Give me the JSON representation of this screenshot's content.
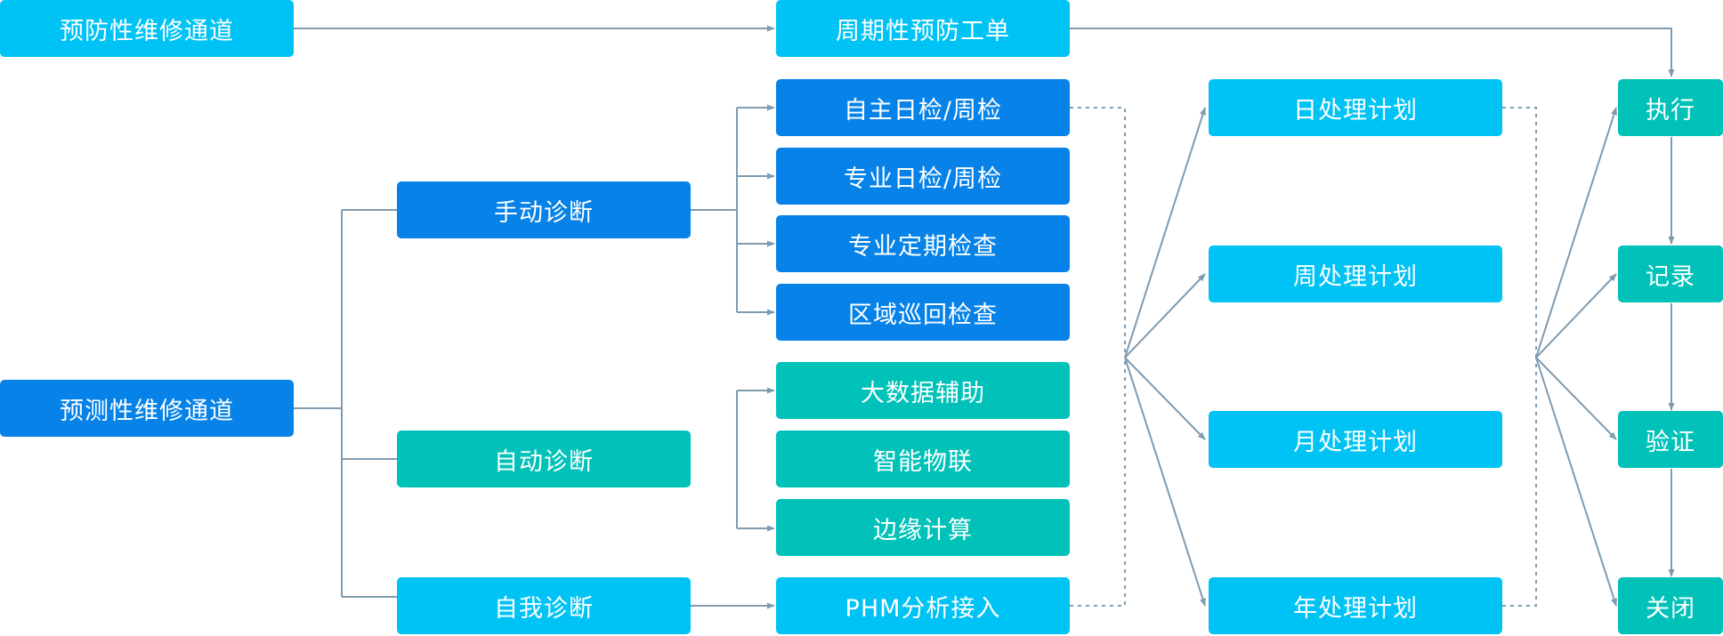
{
  "colors": {
    "cyan": "#00c3f5",
    "blue": "#0682e8",
    "teal": "#00c2b8",
    "connector": "#7e9bb0"
  },
  "nodes": {
    "preventive_channel": "预防性维修通道",
    "periodic_work_order": "周期性预防工单",
    "predictive_channel": "预测性维修通道",
    "manual_diagnosis": "手动诊断",
    "auto_diagnosis": "自动诊断",
    "self_diagnosis": "自我诊断",
    "manual_items": [
      "自主日检/周检",
      "专业日检/周检",
      "专业定期检查",
      "区域巡回检查"
    ],
    "auto_items": [
      "大数据辅助",
      "智能物联",
      "边缘计算"
    ],
    "phm_access": "PHM分析接入",
    "plans": [
      "日处理计划",
      "周处理计划",
      "月处理计划",
      "年处理计划"
    ],
    "steps": [
      "执行",
      "记录",
      "验证",
      "关闭"
    ]
  }
}
